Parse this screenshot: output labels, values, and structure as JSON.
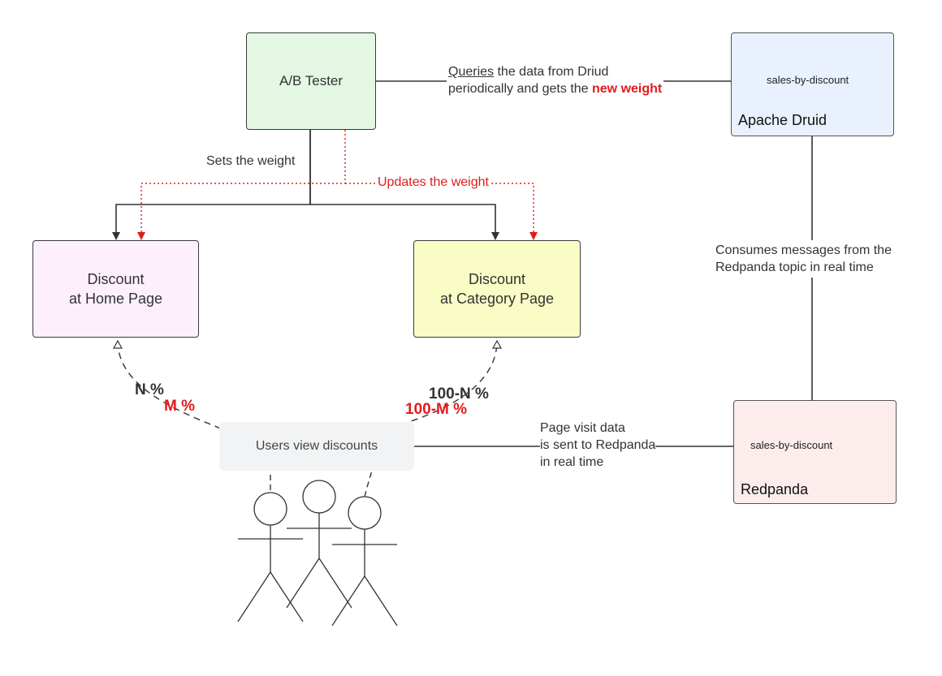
{
  "nodes": {
    "ab_tester": {
      "label": "A/B Tester",
      "fill": "#e3f7e3"
    },
    "home_page": {
      "line1": "Discount",
      "line2": "at Home Page",
      "fill": "#fdf0fc"
    },
    "category_page": {
      "line1": "Discount",
      "line2": "at Category Page",
      "fill": "#fafcc6"
    },
    "druid": {
      "label": "Apache Druid",
      "datasource": "sales-by-discount",
      "fill": "#e8f1fd",
      "cylinder_fill": "#cde4f9"
    },
    "redpanda": {
      "label": "Redpanda",
      "topic": "sales-by-discount",
      "fill": "#fcecec",
      "topic_fill": "#f9d4d4"
    },
    "users": {
      "label": "Users view discounts",
      "fill": "#f2f3f5"
    }
  },
  "edges": {
    "queries": {
      "word": "Queries",
      "rest": " the data from Driud",
      "line2_prefix": "periodically and gets the ",
      "line2_emph": "new weight"
    },
    "sets_weight": "Sets the weight",
    "updates_weight": "Updates the weight",
    "consumes": {
      "line1": "Consumes messages from the",
      "line2": "Redpanda topic in real time"
    },
    "page_visit": {
      "line1": "Page visit data",
      "line2": "is sent to Redpanda",
      "line3": "in real time"
    },
    "home_split": {
      "old": "N %",
      "new": "M %"
    },
    "category_split": {
      "old": "100-N %",
      "new": "100-M %"
    }
  },
  "colors": {
    "line": "#333333",
    "update_line": "#e21b1b",
    "accent_red": "#e21b1b"
  }
}
